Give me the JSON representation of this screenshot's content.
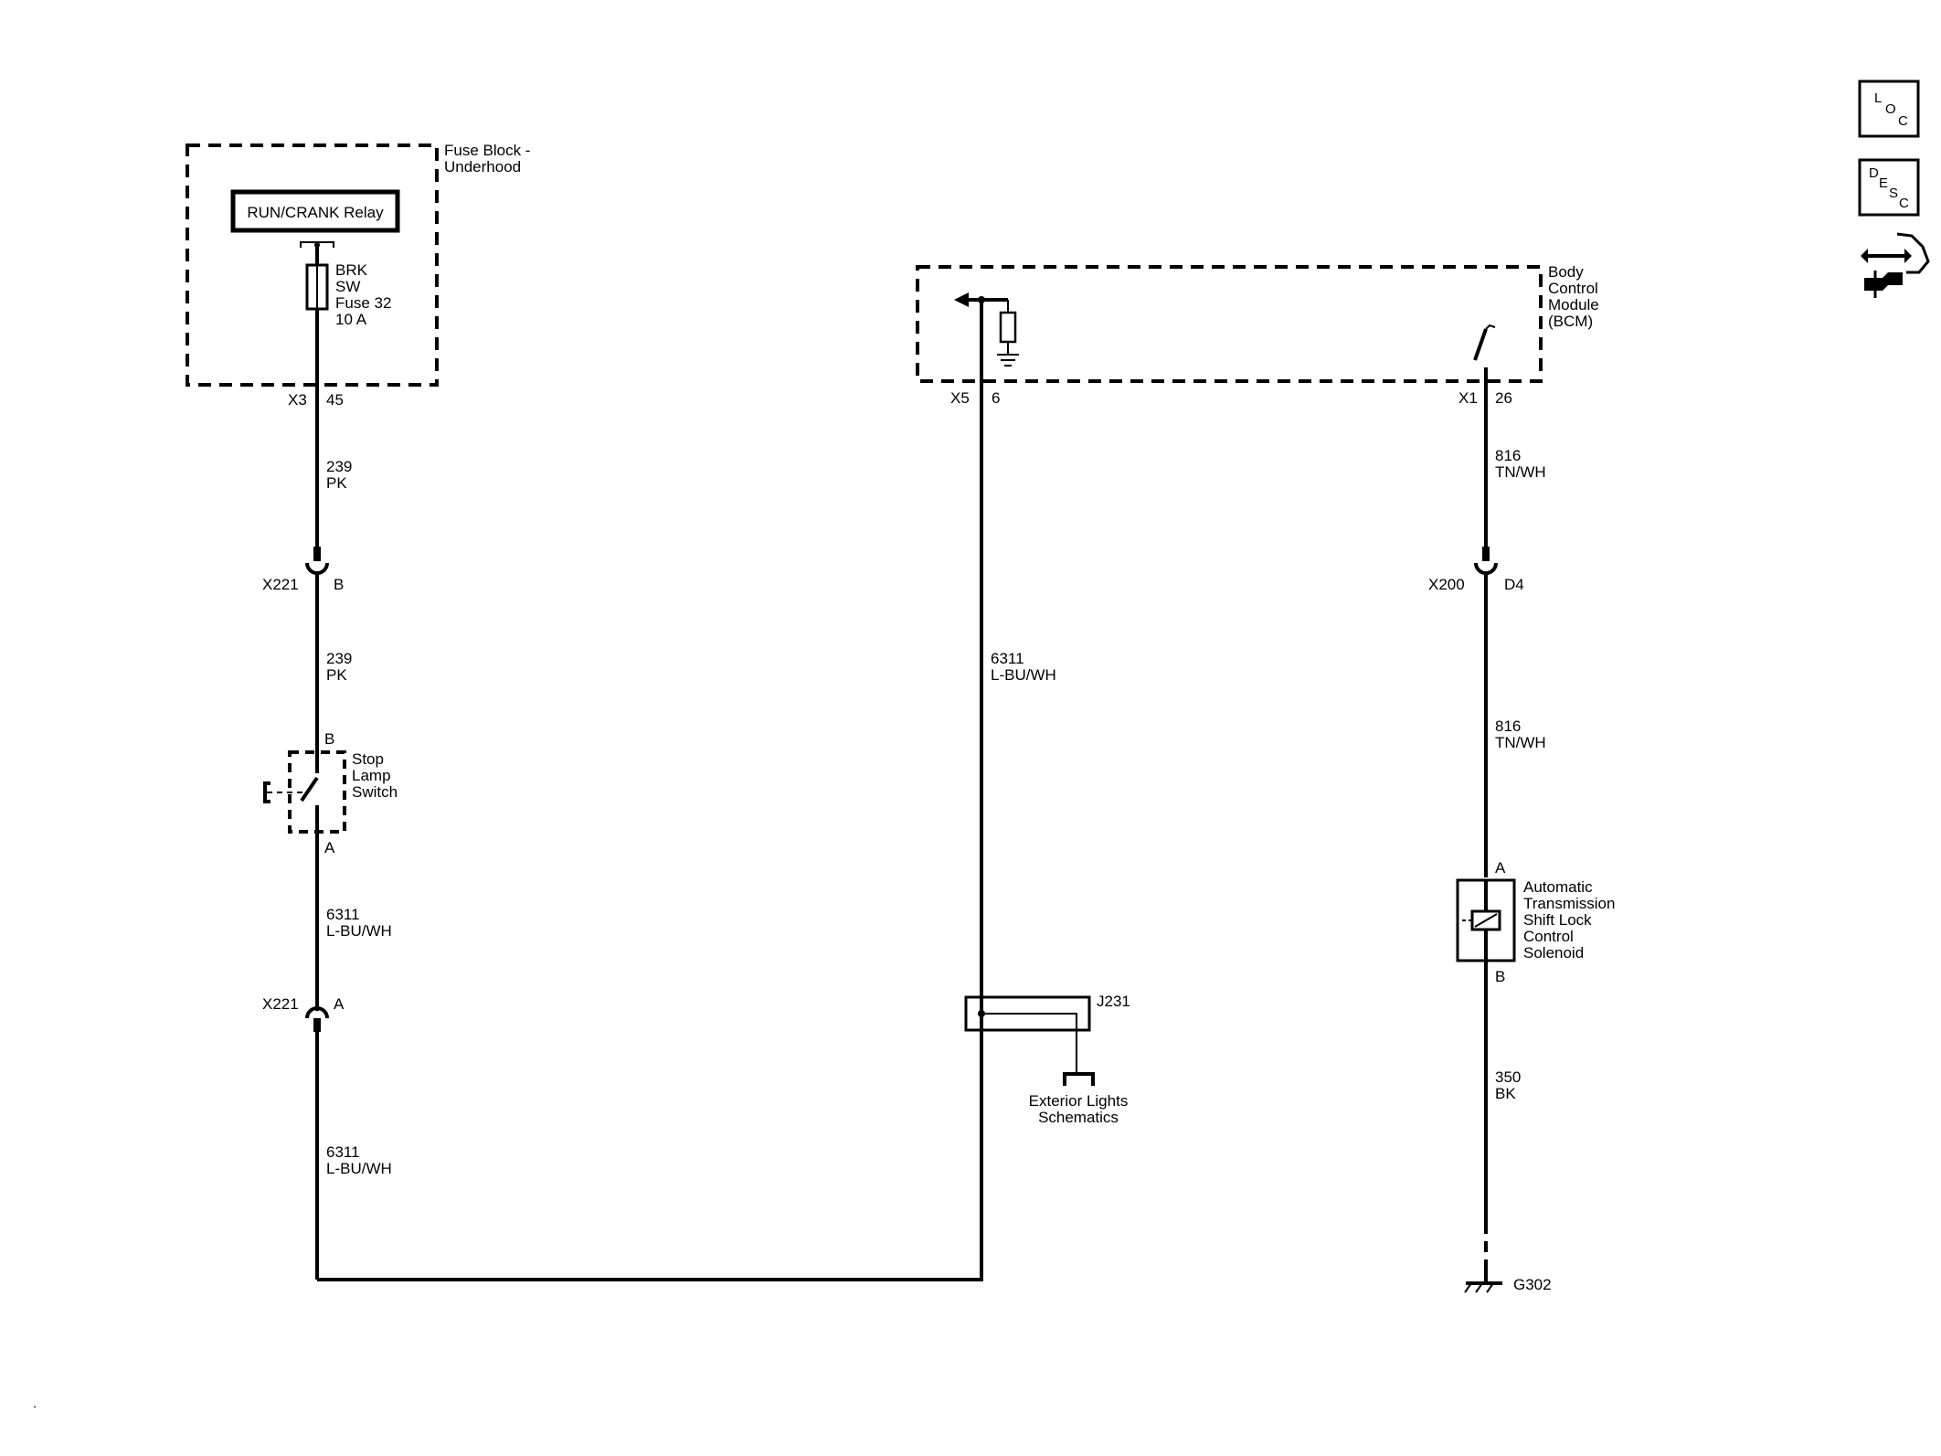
{
  "fuse_block": {
    "title_line1": "Fuse Block -",
    "title_line2": "Underhood",
    "relay_label": "RUN/CRANK Relay",
    "fuse_line1": "BRK",
    "fuse_line2": "SW",
    "fuse_line3": "Fuse 32",
    "fuse_line4": "10 A",
    "connector": "X3",
    "pin": "45"
  },
  "wires": {
    "w239_a_num": "239",
    "w239_a_color": "PK",
    "w239_b_num": "239",
    "w239_b_color": "PK",
    "w6311_a_num": "6311",
    "w6311_a_color": "L-BU/WH",
    "w6311_b_num": "6311",
    "w6311_b_color": "L-BU/WH",
    "w6311_c_num": "6311",
    "w6311_c_color": "L-BU/WH",
    "w816_a_num": "816",
    "w816_a_color": "TN/WH",
    "w816_b_num": "816",
    "w816_b_color": "TN/WH",
    "w350_num": "350",
    "w350_color": "BK"
  },
  "connectors": {
    "x221_b": "X221",
    "x221_b_pin": "B",
    "x221_a": "X221",
    "x221_a_pin": "A",
    "x200": "X200",
    "x200_pin": "D4"
  },
  "stop_lamp_switch": {
    "line1": "Stop",
    "line2": "Lamp",
    "line3": "Switch",
    "pin_top": "B",
    "pin_bottom": "A"
  },
  "bcm": {
    "line1": "Body",
    "line2": "Control",
    "line3": "Module",
    "line4": "(BCM)",
    "x5_conn": "X5",
    "x5_pin": "6",
    "x1_conn": "X1",
    "x1_pin": "26"
  },
  "splice": {
    "label": "J231",
    "ref_line1": "Exterior Lights",
    "ref_line2": "Schematics"
  },
  "solenoid": {
    "line1": "Automatic",
    "line2": "Transmission",
    "line3": "Shift Lock",
    "line4": "Control",
    "line5": "Solenoid",
    "pin_top": "A",
    "pin_bottom": "B"
  },
  "ground": {
    "label": "G302"
  },
  "side_icons": {
    "loc_l": "L",
    "loc_o": "O",
    "loc_c": "C",
    "desc_d": "D",
    "desc_e": "E",
    "desc_s": "S",
    "desc_c": "C",
    "connector_icon": "connector-end-view-icon"
  },
  "footer": {
    "mark": "."
  }
}
